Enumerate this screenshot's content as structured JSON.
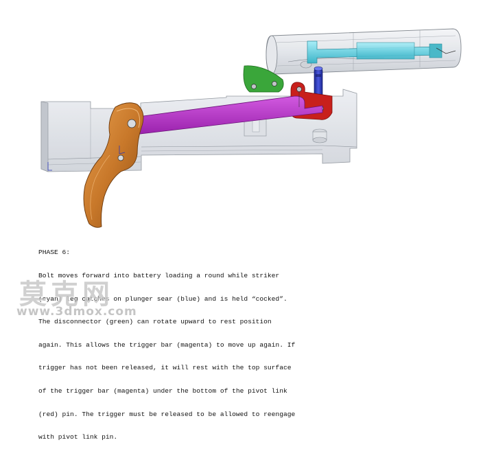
{
  "caption": {
    "phase": "PHASE 6:",
    "lines": [
      "Bolt moves forward into battery loading a round while striker",
      "(cyan) leg catches on plunger sear (blue) and is held “cocked”.",
      "The disconnector (green) can rotate upward to rest position",
      "again. This allows the trigger bar (magenta) to move up again. If",
      "trigger has not been released, it will rest with the top surface",
      "of the trigger bar (magenta) under the bottom of the pivot link",
      "(red) pin. The trigger must be released to be allowed to reengage",
      "with pivot link pin."
    ]
  },
  "watermark": {
    "brand": "莫克网",
    "url": "www.3dmox.com"
  },
  "colors": {
    "trigger": "#c8782a",
    "trigger_bar": "#b02cc4",
    "disconnector": "#3aa63a",
    "pivot_link": "#c8201c",
    "plunger_sear": "#2a36b8",
    "striker": "#5cc8d8",
    "housing": "#d8dce2"
  }
}
